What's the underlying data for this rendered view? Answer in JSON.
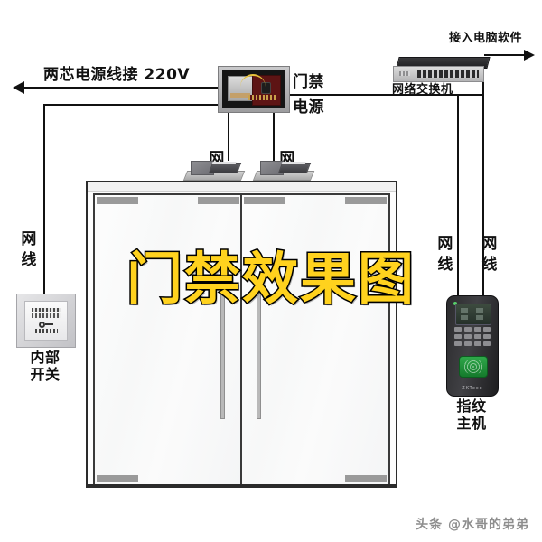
{
  "diagram": {
    "title": "门禁效果图",
    "watermark": "头条 @水哥的弟弟",
    "background_color": "#ffffff",
    "title_color": "#FFD21E",
    "title_stroke_color": "#000000"
  },
  "annotations": {
    "power_line": "两芯电源线接 220V",
    "to_computer_software": "接入电脑软件",
    "access_power_line1": "门禁",
    "access_power_line2": "电源",
    "network_switch": "网络交换机",
    "net_cable": "网线",
    "net_cable_psu_left": "网线",
    "net_cable_psu_right": "网线",
    "net_cable_exit_switch": "网线",
    "net_cable_fp_left": "网线",
    "net_cable_fp_right": "网线",
    "exit_switch_line1": "内部",
    "exit_switch_line2": "开关",
    "fingerprint_line1": "指纹",
    "fingerprint_line2": "主机"
  },
  "devices": [
    {
      "name": "access-control-power-supply",
      "label_lines": [
        "门禁",
        "电源"
      ]
    },
    {
      "name": "network-switch",
      "label_lines": [
        "网络交换机"
      ]
    },
    {
      "name": "exit-switch",
      "label_lines": [
        "内部",
        "开关"
      ],
      "face_text": [
        "DOOR",
        "EXIT"
      ]
    },
    {
      "name": "fingerprint-terminal",
      "label_lines": [
        "指纹",
        "主机"
      ]
    },
    {
      "name": "magnetic-lock-left",
      "label_lines": []
    },
    {
      "name": "magnetic-lock-right",
      "label_lines": []
    },
    {
      "name": "glass-double-door",
      "label_lines": []
    }
  ]
}
